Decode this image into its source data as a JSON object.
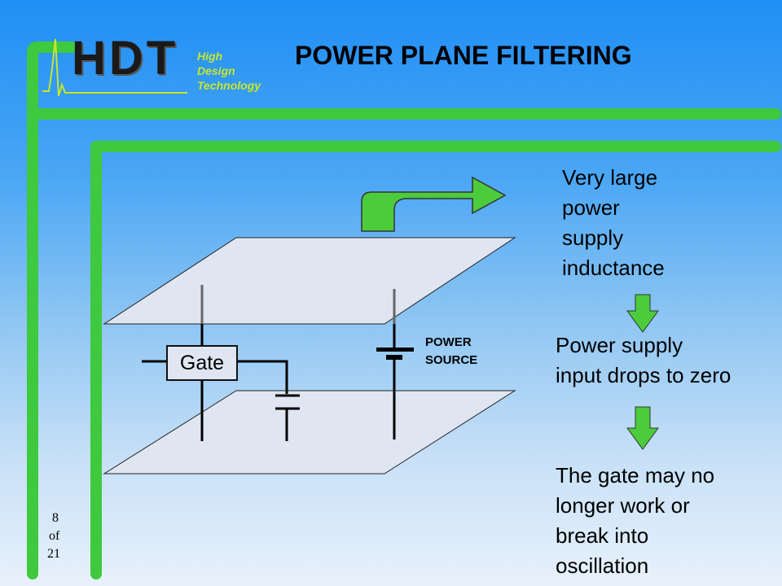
{
  "title": "POWER PLANE FILTERING",
  "logo": {
    "mark": "HDT",
    "lines": [
      "High",
      "Design",
      "Technology"
    ]
  },
  "diagram": {
    "gate_label": "Gate",
    "power_source_label": [
      "POWER",
      "SOURCE"
    ]
  },
  "explanation": {
    "step1": [
      "Very large",
      "power",
      "supply",
      "inductance"
    ],
    "step2": [
      "Power supply",
      "input drops to zero"
    ],
    "step3": [
      "The gate may no",
      "longer work or",
      "break into",
      "oscillation"
    ]
  },
  "page": {
    "current": "8",
    "of": "of",
    "total": "21"
  },
  "colors": {
    "frame_green": "#3ec93e",
    "arrow_green": "#4ccc3c",
    "plane_fill": "#dfe6f2"
  }
}
